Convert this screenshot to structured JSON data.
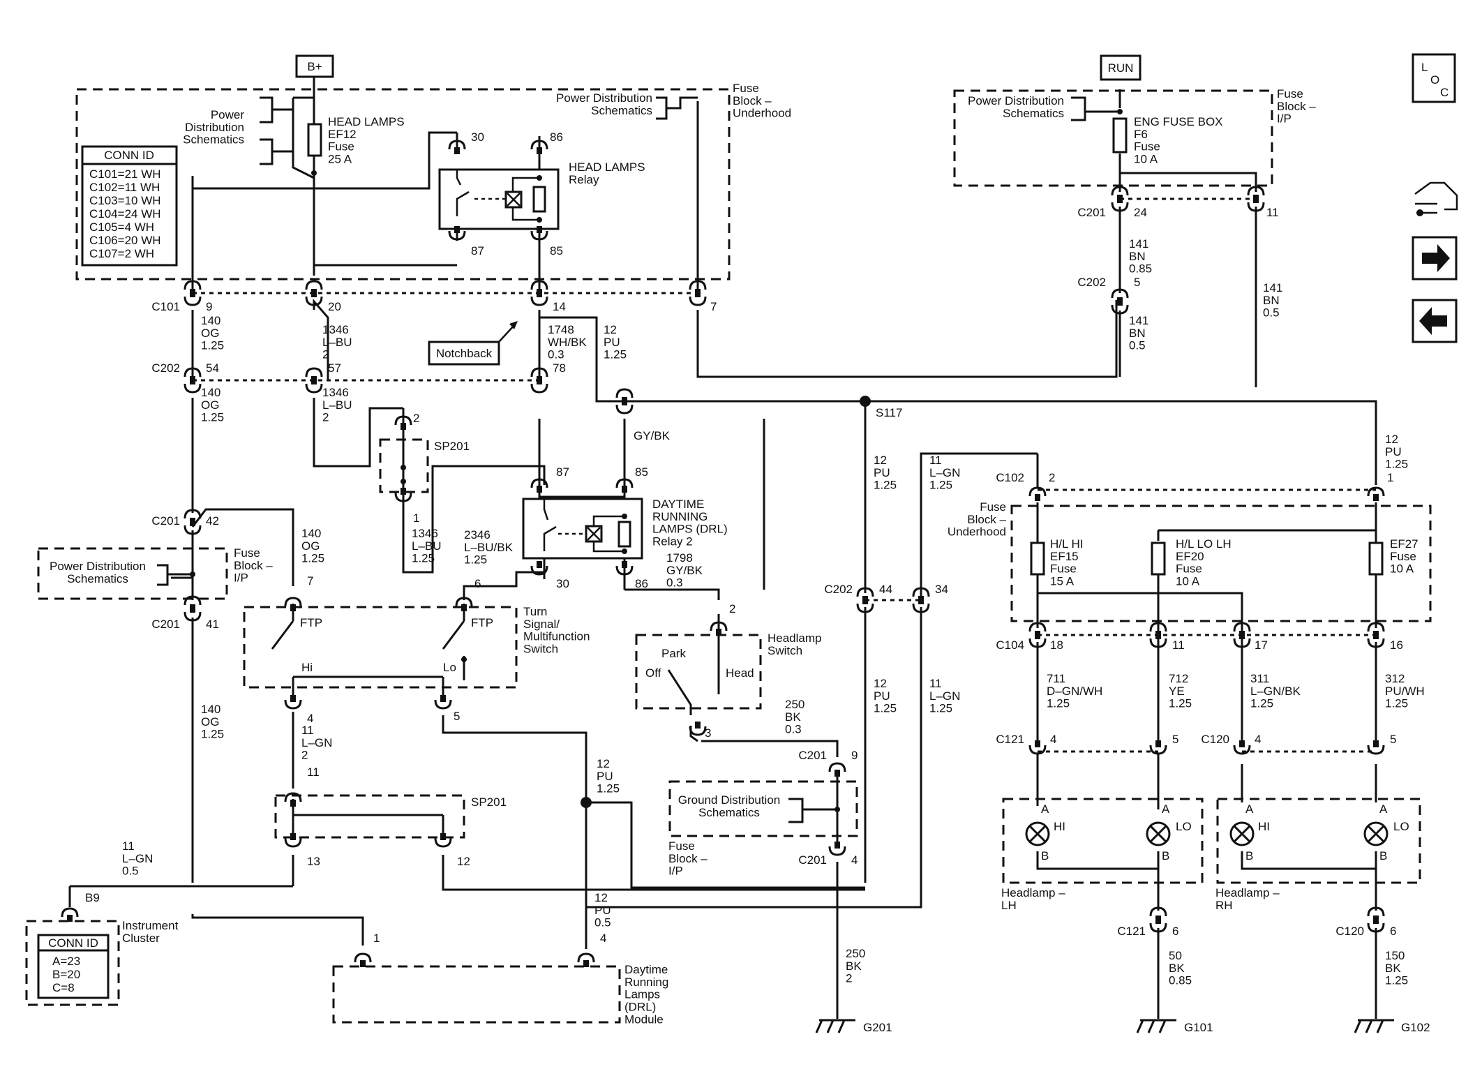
{
  "title_tags": {
    "battery": "B+",
    "run": "RUN"
  },
  "loc_icon": {
    "l": "L",
    "o": "O",
    "c": "C"
  },
  "fuse_blocks": {
    "underhood_top": "Fuse\nBlock –\nUnderhood",
    "ip_top": "Fuse\nBlock –\nI/P",
    "ip_left": "Fuse\nBlock –\nI/P",
    "underhood_right": "Fuse\nBlock –\nUnderhood",
    "ip_ground": "Fuse\nBlock –\nI/P"
  },
  "refs": {
    "pds_left": "Power\nDistribution\nSchematics",
    "pds_top": "Power Distribution\nSchematics",
    "pds_run": "Power Distribution\nSchematics",
    "pds_c201": "Power Distribution\nSchematics",
    "gds": "Ground Distribution\nSchematics"
  },
  "conn_id_left": {
    "title": "CONN ID",
    "rows": [
      "C101=21 WH",
      "C102=11 WH",
      "C103=10 WH",
      "C104=24 WH",
      "C105=4 WH",
      "C106=20 WH",
      "C107=2 WH"
    ]
  },
  "conn_id_cluster": {
    "title": "CONN ID",
    "rows": [
      "A=23",
      "B=20",
      "C=8"
    ]
  },
  "fuses": {
    "ef12": "HEAD LAMPS\nEF12\nFuse\n25 A",
    "f6": "ENG FUSE BOX\nF6\nFuse\n10 A",
    "ef15": "H/L HI\nEF15\nFuse\n15 A",
    "ef20": "H/L LO LH\nEF20\nFuse\n10 A",
    "ef27": "EF27\nFuse\n10 A"
  },
  "relays": {
    "headlamps": "HEAD LAMPS\nRelay",
    "drl": "DAYTIME\nRUNNING\nLAMPS (DRL)\nRelay 2",
    "hl_pins": [
      "30",
      "86",
      "87",
      "85"
    ],
    "drl_pins": [
      "87",
      "85",
      "30",
      "86"
    ]
  },
  "connectors": {
    "c101": "C101",
    "c101_pins": [
      "9",
      "20",
      "14",
      "7"
    ],
    "c202": "C202",
    "c202_pins": [
      "54",
      "57",
      "78"
    ],
    "c201_right": "C201",
    "c201_right_pins": [
      "24",
      "11"
    ],
    "c202_right": "C202",
    "c202_right_pin": "5",
    "c201_left_top": "C201",
    "c201_left_top_pin": "42",
    "c201_left_bot": "C201",
    "c201_left_bot_pin": "41",
    "c202_mid": "C202",
    "c202_mid_pins": [
      "44",
      "34"
    ],
    "c102": "C102",
    "c102_pins": [
      "2",
      "1"
    ],
    "c104": "C104",
    "c104_pins": [
      "18",
      "11",
      "17",
      "16"
    ],
    "c121_top": "C121",
    "c121_top_pins": [
      "4",
      "5"
    ],
    "c120_top": "C120",
    "c120_top_pins": [
      "4",
      "5"
    ],
    "c201_g_top": "C201",
    "c201_g_top_pin": "9",
    "c201_g_bot": "C201",
    "c201_g_bot_pin": "4",
    "c121_bot": "C121",
    "c121_bot_pin": "6",
    "c120_bot": "C120",
    "c120_bot_pin": "6",
    "b9": "B9",
    "sp201_top": "SP201",
    "sp201_top_pins": [
      "2",
      "1"
    ],
    "sp201_bot": "SP201",
    "sp201_bot_pins": [
      "11",
      "13",
      "12"
    ],
    "s117": "S117",
    "drl_mod_pins": [
      "1",
      "4"
    ],
    "tsw_pins": [
      "7",
      "6",
      "4",
      "5"
    ],
    "hsw_pins": [
      "2",
      "3"
    ],
    "notchback": "Notchback"
  },
  "wires": {
    "w140_a": "140\nOG\n1.25",
    "w1346_a": "1346\nL–BU\n2",
    "w1748": "1748\nWH/BK\n0.3",
    "w12_a": "12\nPU\n1.25",
    "w140_b": "140\nOG\n1.25",
    "w1346_b": "1346\nL–BU\n2",
    "w141_a": "141\nBN\n0.85",
    "w141_b": "141\nBN\n0.5",
    "w141_c": "141\nBN\n0.5",
    "gybk": "GY/BK",
    "w1346_c": "1346\nL–BU\n1.25",
    "w2346": "2346\nL–BU/BK\n1.25",
    "w1798": "1798\nGY/BK\n0.3",
    "w140_c": "140\nOG\n1.25",
    "w140_d": "140\nOG\n1.25",
    "w11_a": "11\nL–GN\n2",
    "w11_b": "11\nL–GN\n0.5",
    "w12_b": "12\nPU\n1.25",
    "w12_c": "12\nPU\n0.5",
    "w12_d": "12\nPU\n1.25",
    "w12_e": "12\nPU\n1.25",
    "w12_f": "12\nPU\n1.25",
    "w11_c": "11\nL–GN\n1.25",
    "w11_d": "11\nL–GN\n1.25",
    "w250_a": "250\nBK\n0.3",
    "w250_b": "250\nBK\n2",
    "w711": "711\nD–GN/WH\n1.25",
    "w712": "712\nYE\n1.25",
    "w311": "311\nL–GN/BK\n1.25",
    "w312": "312\nPU/WH\n1.25",
    "w50": "50\nBK\n0.85",
    "w150": "150\nBK\n1.25"
  },
  "components": {
    "tsw": "Turn\nSignal/\nMultifunction\nSwitch",
    "ftp": "FTP",
    "hi": "Hi",
    "lo": "Lo",
    "hsw": "Headlamp\nSwitch",
    "park": "Park",
    "off": "Off",
    "head": "Head",
    "cluster": "Instrument\nCluster",
    "drl_mod": "Daytime\nRunning\nLamps\n(DRL)\nModule",
    "hl_lh": "Headlamp –\nLH",
    "hl_rh": "Headlamp –\nRH",
    "lamp_lh_hi": "HI",
    "lamp_lh_lo": "LO",
    "lamp_rh_hi": "HI",
    "lamp_rh_lo": "LO",
    "lamp_a": "A",
    "lamp_b": "B"
  },
  "grounds": {
    "g201": "G201",
    "g101": "G101",
    "g102": "G102"
  },
  "nav_icons": [
    "vehicle-tools-icon",
    "arrow-right-icon",
    "arrow-left-icon"
  ]
}
